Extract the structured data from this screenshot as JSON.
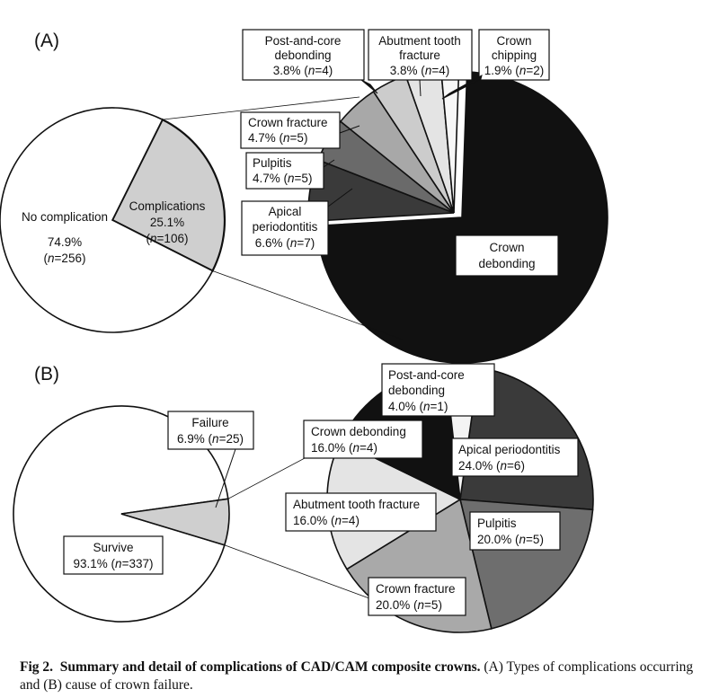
{
  "caption": {
    "fig": "Fig 2.",
    "bold": "Summary and detail of complications of CAD/CAM composite crowns.",
    "rest": "(A) Types of complications occurring and (B) cause of crown failure."
  },
  "chart_data": [
    {
      "type": "pie",
      "panel": "(A)",
      "chart": "summary",
      "slices": [
        {
          "label": "No complication",
          "percent": "74.9%",
          "n": "256",
          "value": 74.9,
          "color": "#ffffff"
        },
        {
          "label": "Complications",
          "percent": "25.1%",
          "n": "106",
          "value": 25.1,
          "color": "#cfcfcf"
        }
      ]
    },
    {
      "type": "pie",
      "panel": "(A)",
      "chart": "detail",
      "slices": [
        {
          "label": "Crown debonding",
          "percent": "",
          "n": "",
          "value": 70.8,
          "color": "#111111"
        },
        {
          "label": "Apical periodontitis",
          "percent": "6.6%",
          "n": "7",
          "value": 6.6,
          "color": "#3a3a3a"
        },
        {
          "label": "Pulpitis",
          "percent": "4.7%",
          "n": "5",
          "value": 4.7,
          "color": "#6a6a6a"
        },
        {
          "label": "Crown fracture",
          "percent": "4.7%",
          "n": "5",
          "value": 4.7,
          "color": "#a8a8a8"
        },
        {
          "label": "Post-and-core debonding",
          "percent": "3.8%",
          "n": "4",
          "value": 3.8,
          "color": "#cccccc"
        },
        {
          "label": "Abutment tooth fracture",
          "percent": "3.8%",
          "n": "4",
          "value": 3.8,
          "color": "#e4e4e4"
        },
        {
          "label": "Crown chipping",
          "percent": "1.9%",
          "n": "2",
          "value": 1.9,
          "color": "#f7f7f7"
        }
      ]
    },
    {
      "type": "pie",
      "panel": "(B)",
      "chart": "summary",
      "slices": [
        {
          "label": "Survive",
          "percent": "93.1%",
          "n": "337",
          "value": 93.1,
          "color": "#ffffff"
        },
        {
          "label": "Failure",
          "percent": "6.9%",
          "n": "25",
          "value": 6.9,
          "color": "#cfcfcf"
        }
      ]
    },
    {
      "type": "pie",
      "panel": "(B)",
      "chart": "detail",
      "slices": [
        {
          "label": "Apical periodontitis",
          "percent": "24.0%",
          "n": "6",
          "value": 24.0,
          "color": "#3a3a3a"
        },
        {
          "label": "Pulpitis",
          "percent": "20.0%",
          "n": "5",
          "value": 20.0,
          "color": "#6e6e6e"
        },
        {
          "label": "Crown fracture",
          "percent": "20.0%",
          "n": "5",
          "value": 20.0,
          "color": "#a9a9a9"
        },
        {
          "label": "Abutment tooth fracture",
          "percent": "16.0%",
          "n": "4",
          "value": 16.0,
          "color": "#e4e4e4"
        },
        {
          "label": "Crown debonding",
          "percent": "16.0%",
          "n": "4",
          "value": 16.0,
          "color": "#111111"
        },
        {
          "label": "Post-and-core debonding",
          "percent": "4.0%",
          "n": "1",
          "value": 4.0,
          "color": "#f4f4f4"
        }
      ]
    }
  ]
}
